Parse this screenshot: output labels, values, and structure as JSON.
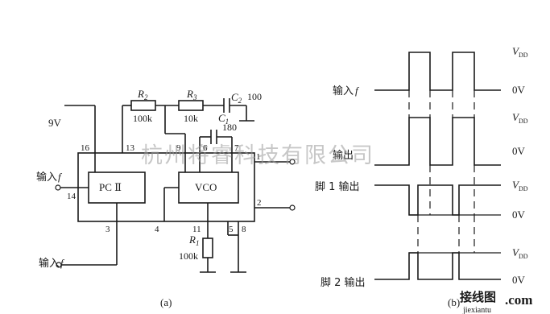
{
  "circuit": {
    "label_9v": "9V",
    "r2_label": "R",
    "r2_sub": "2",
    "r2_value": "100k",
    "r3_label": "R",
    "r3_sub": "3",
    "r3_value": "10k",
    "c2_label": "C",
    "c2_sub": "2",
    "c2_value": "100",
    "c1_label": "C",
    "c1_sub": "1",
    "c1_value": "180",
    "r1_label": "R",
    "r1_sub": "1",
    "r1_value": "100k",
    "block_pc": "PC Ⅱ",
    "block_vco": "VCO",
    "input_f_top": "输入",
    "input_f_bottom": "输入",
    "f_symbol": "f",
    "pins": {
      "p16": "16",
      "p13": "13",
      "p9": "9",
      "p6": "6",
      "p7": "7",
      "p14": "14",
      "p2": "2",
      "p3": "3",
      "p4": "4",
      "p11": "11",
      "p5": "5",
      "p8": "8",
      "p1": "1"
    },
    "caption": "(a)"
  },
  "waveforms": {
    "row1_label": "输入",
    "row2_label": "输出",
    "row3_label": "脚 1 输出",
    "row4_label": "脚 2 输出",
    "f_symbol": "f",
    "vdd": "V",
    "vdd_sub": "DD",
    "zero_v": "0V",
    "caption": "(b)"
  },
  "watermark": {
    "company": "杭州将睿科技有限公司",
    "site_cn": "接线图",
    "site_en": "jiexiantu",
    "site_dot_com": ".com"
  },
  "colors": {
    "ink": "#1a1a1a",
    "watermark": "#9a9a9a",
    "logo_red": "#cc1f1f"
  }
}
